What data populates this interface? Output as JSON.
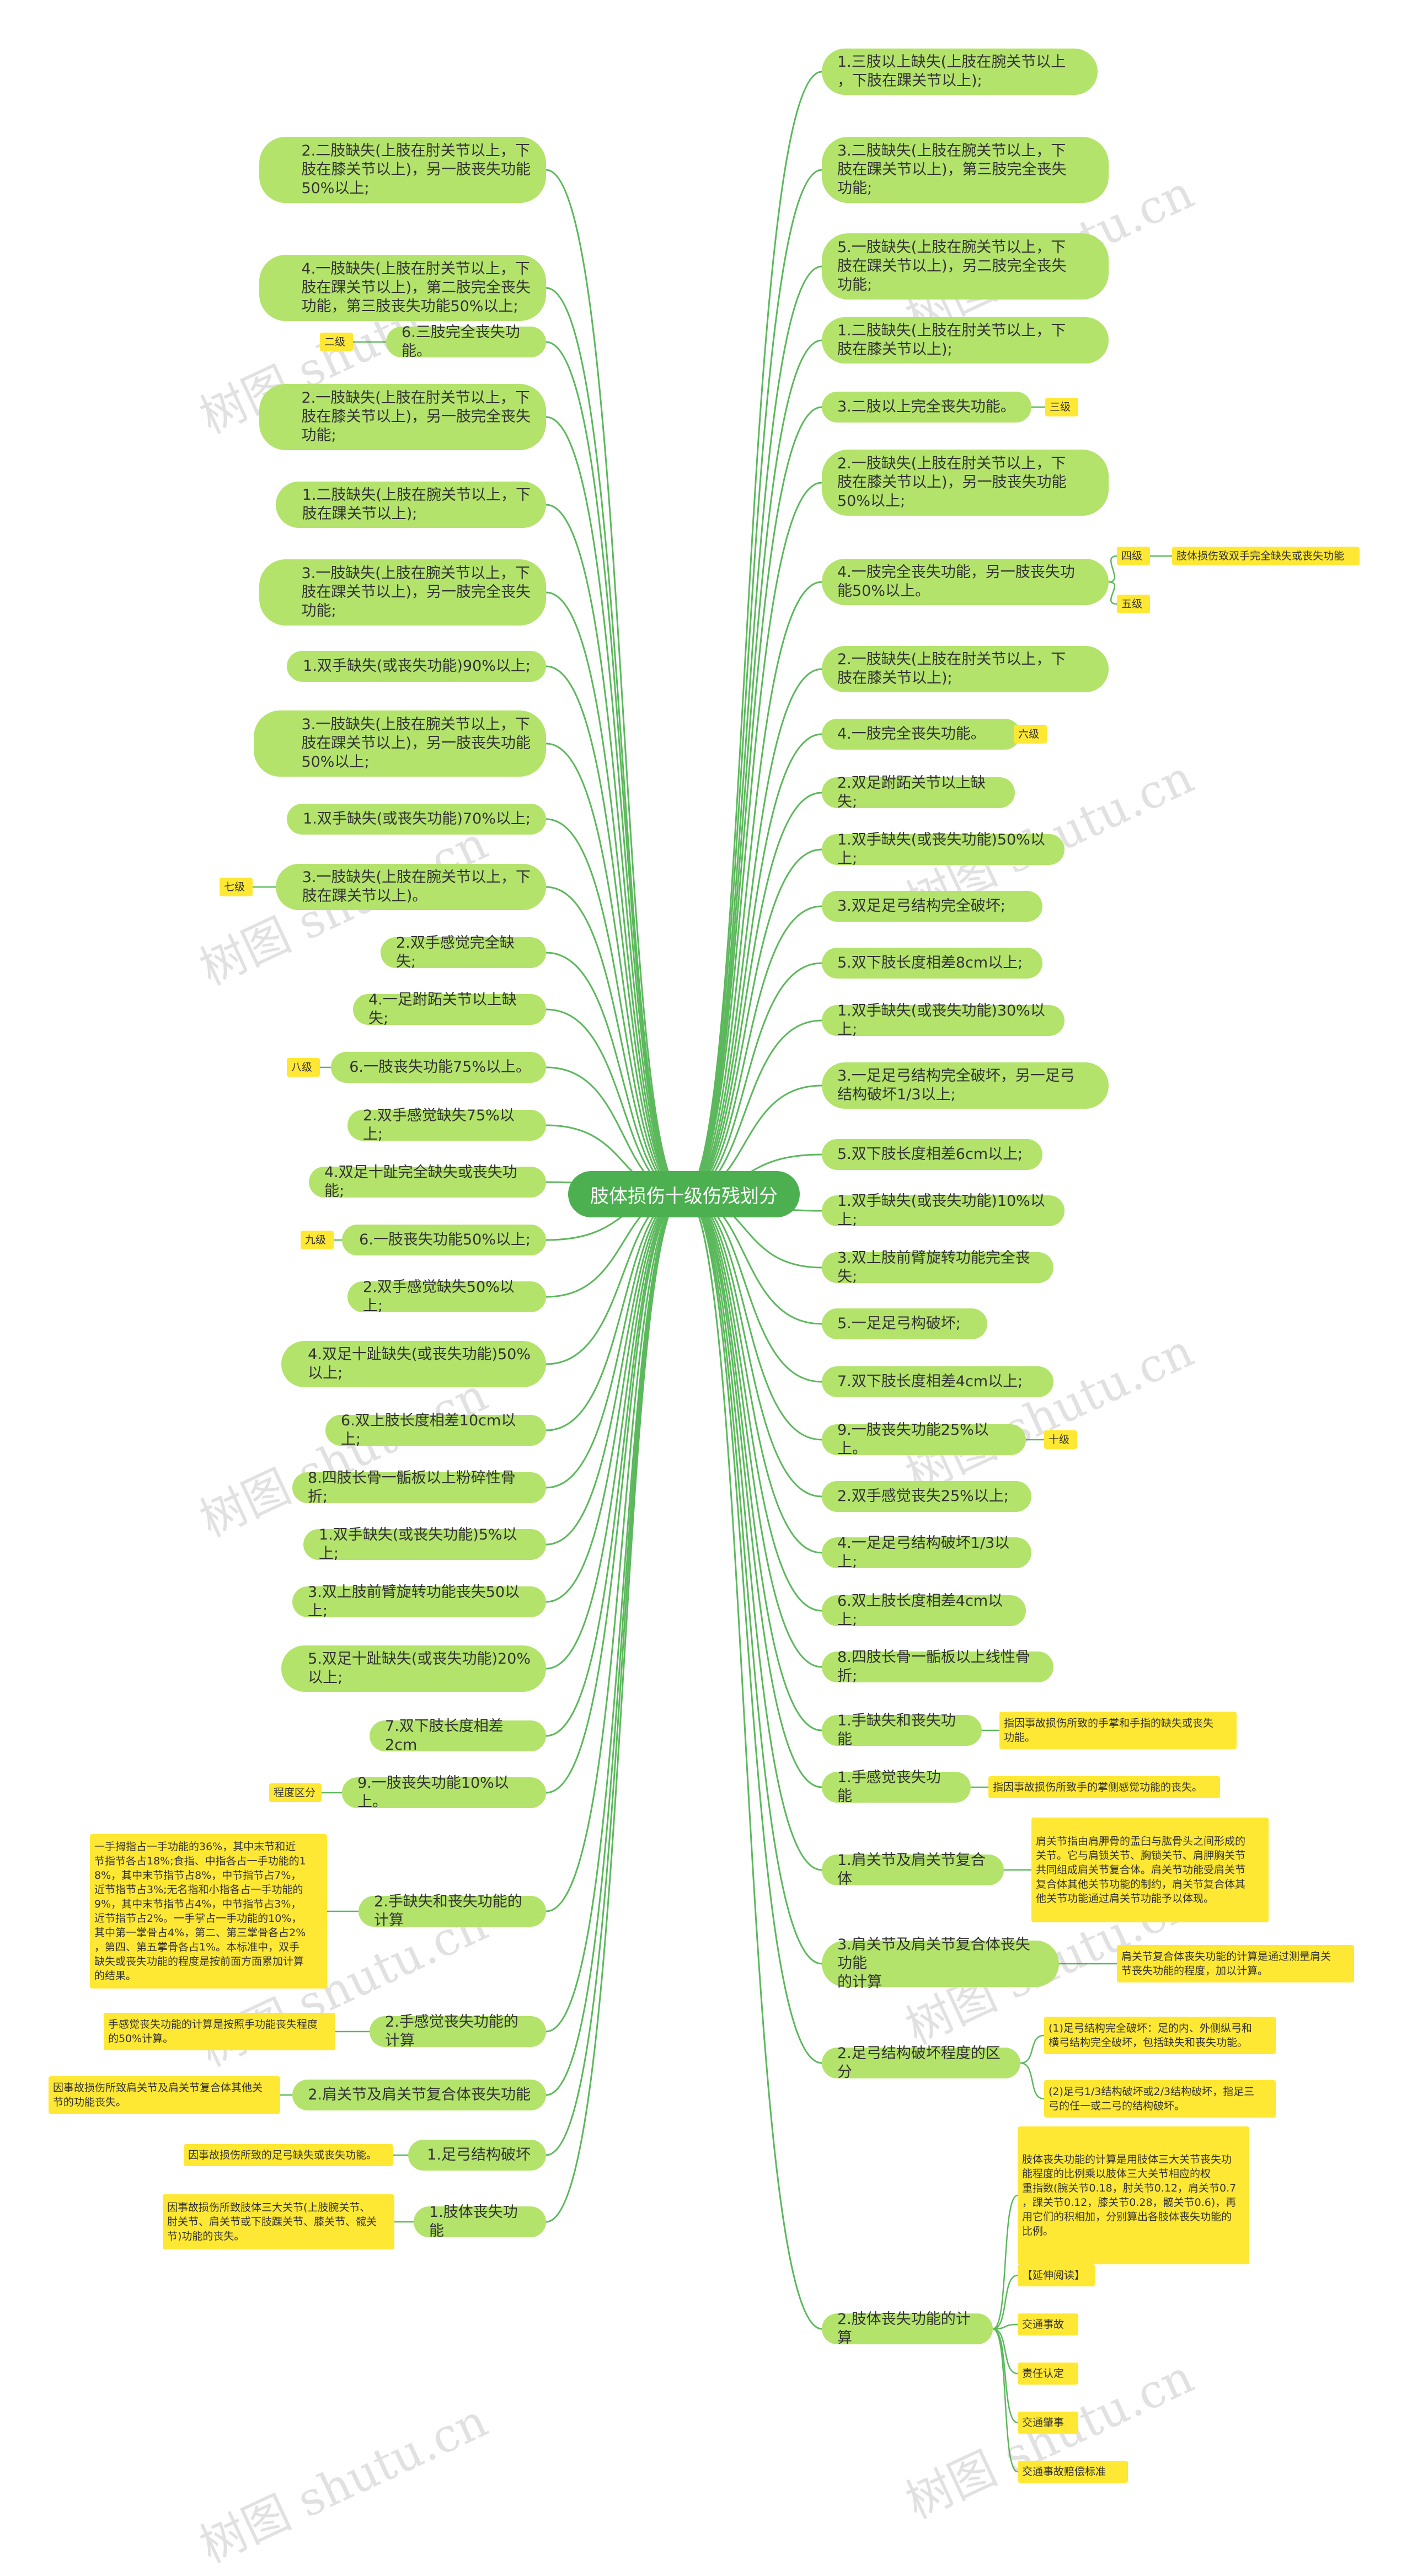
{
  "root": "肢体损伤十级伤残划分",
  "watermark": "树图 shutu.cn",
  "colors": {
    "edge": "#5cb85c",
    "node": "#b3e36b",
    "root": "#4caf50",
    "tag": "#ffe833"
  },
  "right": [
    {
      "text": "1.三肢以上缺失(上肢在腕关节以上\n，下肢在踝关节以上);"
    },
    {
      "text": "3.二肢缺失(上肢在腕关节以上，下\n肢在踝关节以上)，第三肢完全丧失\n功能;"
    },
    {
      "text": "5.一肢缺失(上肢在腕关节以上，下\n肢在踝关节以上)，另二肢完全丧失\n功能;"
    },
    {
      "text": "1.二肢缺失(上肢在肘关节以上，下\n肢在膝关节以上);"
    },
    {
      "text": "3.二肢以上完全丧失功能。",
      "tags": [
        "三级"
      ]
    },
    {
      "text": "2.一肢缺失(上肢在肘关节以上，下\n肢在膝关节以上)，另一肢丧失功能\n50%以上;"
    },
    {
      "text": "4.一肢完全丧失功能，另一肢丧失功\n能50%以上。",
      "tags": [
        "四级",
        "五级"
      ],
      "subtag": "肢体损伤致双手完全缺失或丧失功能"
    },
    {
      "text": "2.一肢缺失(上肢在肘关节以上，下\n肢在膝关节以上);"
    },
    {
      "text": "4.一肢完全丧失功能。",
      "tags": [
        "六级"
      ]
    },
    {
      "text": "2.双足跗跖关节以上缺失;"
    },
    {
      "text": "1.双手缺失(或丧失功能)50%以上;"
    },
    {
      "text": "3.双足足弓结构完全破坏;"
    },
    {
      "text": "5.双下肢长度相差8cm以上;"
    },
    {
      "text": "1.双手缺失(或丧失功能)30%以上;"
    },
    {
      "text": "3.一足足弓结构完全破坏，另一足弓\n结构破坏1/3以上;"
    },
    {
      "text": "5.双下肢长度相差6cm以上;"
    },
    {
      "text": "1.双手缺失(或丧失功能)10%以上;"
    },
    {
      "text": "3.双上肢前臂旋转功能完全丧失;"
    },
    {
      "text": "5.一足足弓构破坏;"
    },
    {
      "text": "7.双下肢长度相差4cm以上;"
    },
    {
      "text": "9.一肢丧失功能25%以上。",
      "tags": [
        "十级"
      ]
    },
    {
      "text": "2.双手感觉丧失25%以上;"
    },
    {
      "text": "4.一足足弓结构破坏1/3以上;"
    },
    {
      "text": "6.双上肢长度相差4cm以上;"
    },
    {
      "text": "8.四肢长骨一骺板以上线性骨折;"
    },
    {
      "text": "1.手缺失和丧失功能",
      "tags": [
        "指因事故损伤所致的手掌和手指的缺失或丧失\n功能。"
      ]
    },
    {
      "text": "1.手感觉丧失功能",
      "tags": [
        "指因事故损伤所致手的掌侧感觉功能的丧失。"
      ]
    },
    {
      "text": "1.肩关节及肩关节复合体",
      "tags": [
        "肩关节指由肩胛骨的盂臼与肱骨头之间形成的\n关节。它与肩锁关节、胸锁关节、肩胛胸关节\n共同组成肩关节复合体。肩关节功能受肩关节\n复合体其他关节功能的制约，肩关节复合体其\n他关节功能通过肩关节功能予以体现。"
      ]
    },
    {
      "text": "3.肩关节及肩关节复合体丧失功能\n的计算",
      "tags": [
        "肩关节复合体丧失功能的计算是通过测量肩关\n节丧失功能的程度，加以计算。"
      ]
    },
    {
      "text": "2.足弓结构破坏程度的区分",
      "tags": [
        "(1)足弓结构完全破坏：足的内、外侧纵弓和\n横弓结构完全破坏，包括缺失和丧失功能。",
        "(2)足弓1/3结构破坏或2/3结构破坏，指足三\n弓的任一或二弓的结构破坏。"
      ]
    },
    {
      "text": "2.肢体丧失功能的计算",
      "tags": [
        "肢体丧失功能的计算是用肢体三大关节丧失功\n能程度的比例乘以肢体三大关节相应的权\n重指数(腕关节0.18，肘关节0.12，肩关节0.7\n，踝关节0.12，膝关节0.28，髋关节0.6)，再\n用它们的积相加，分别算出各肢体丧失功能的\n比例。",
        "【延伸阅读】",
        "交通事故",
        "责任认定",
        "交通肇事",
        "交通事故赔偿标准"
      ]
    }
  ],
  "left": [
    {
      "text": "2.二肢缺失(上肢在肘关节以上，下\n肢在膝关节以上)，另一肢丧失功能\n50%以上;"
    },
    {
      "text": "4.一肢缺失(上肢在肘关节以上，下\n肢在踝关节以上)，第二肢完全丧失\n功能，第三肢丧失功能50%以上;"
    },
    {
      "text": "6.三肢完全丧失功能。",
      "tags": [
        "二级"
      ]
    },
    {
      "text": "2.一肢缺失(上肢在肘关节以上，下\n肢在膝关节以上)，另一肢完全丧失\n功能;"
    },
    {
      "text": "1.二肢缺失(上肢在腕关节以上，下\n肢在踝关节以上);"
    },
    {
      "text": "3.一肢缺失(上肢在腕关节以上，下\n肢在踝关节以上)，另一肢完全丧失\n功能;"
    },
    {
      "text": "1.双手缺失(或丧失功能)90%以上;"
    },
    {
      "text": "3.一肢缺失(上肢在腕关节以上，下\n肢在踝关节以上)，另一肢丧失功能\n50%以上;"
    },
    {
      "text": "1.双手缺失(或丧失功能)70%以上;"
    },
    {
      "text": "3.一肢缺失(上肢在腕关节以上，下\n肢在踝关节以上)。",
      "tags": [
        "七级"
      ]
    },
    {
      "text": "2.双手感觉完全缺失;"
    },
    {
      "text": "4.一足跗跖关节以上缺失;"
    },
    {
      "text": "6.一肢丧失功能75%以上。",
      "tags": [
        "八级"
      ]
    },
    {
      "text": "2.双手感觉缺失75%以上;"
    },
    {
      "text": "4.双足十趾完全缺失或丧失功能;"
    },
    {
      "text": "6.一肢丧失功能50%以上;",
      "tags": [
        "九级"
      ]
    },
    {
      "text": "2.双手感觉缺失50%以上;"
    },
    {
      "text": "4.双足十趾缺失(或丧失功能)50%\n以上;"
    },
    {
      "text": "6.双上肢长度相差10cm以上;"
    },
    {
      "text": "8.四肢长骨一骺板以上粉碎性骨折;"
    },
    {
      "text": "1.双手缺失(或丧失功能)5%以上;"
    },
    {
      "text": "3.双上肢前臂旋转功能丧失50以上;"
    },
    {
      "text": "5.双足十趾缺失(或丧失功能)20%\n以上;"
    },
    {
      "text": "7.双下肢长度相差2cm"
    },
    {
      "text": "9.一肢丧失功能10%以上。",
      "tags": [
        "程度区分"
      ]
    },
    {
      "text": "2.手缺失和丧失功能的计算",
      "tags": [
        "一手拇指占一手功能的36%，其中末节和近\n节指节各占18%;食指、中指各占一手功能的1\n8%，其中末节指节占8%，中节指节占7%，\n近节指节占3%;无名指和小指各占一手功能的\n9%，其中末节指节占4%，中节指节占3%，\n近节指节占2%。一手掌占一手功能的10%，\n其中第一掌骨占4%，第二、第三掌骨各占2%\n，第四、第五掌骨各占1%。本标准中，双手\n缺失或丧失功能的程度是按前面方面累加计算\n的结果。"
      ]
    },
    {
      "text": "2.手感觉丧失功能的计算",
      "tags": [
        "手感觉丧失功能的计算是按照手功能丧失程度\n的50%计算。"
      ]
    },
    {
      "text": "2.肩关节及肩关节复合体丧失功能",
      "tags": [
        "因事故损伤所致肩关节及肩关节复合体其他关\n节的功能丧失。"
      ]
    },
    {
      "text": "1.足弓结构破坏",
      "tags": [
        "因事故损伤所致的足弓缺失或丧失功能。"
      ]
    },
    {
      "text": "1.肢体丧失功能",
      "tags": [
        "因事故损伤所致肢体三大关节(上肢腕关节、\n肘关节、肩关节或下肢踝关节、膝关节、髋关\n节)功能的丧失。"
      ]
    }
  ]
}
